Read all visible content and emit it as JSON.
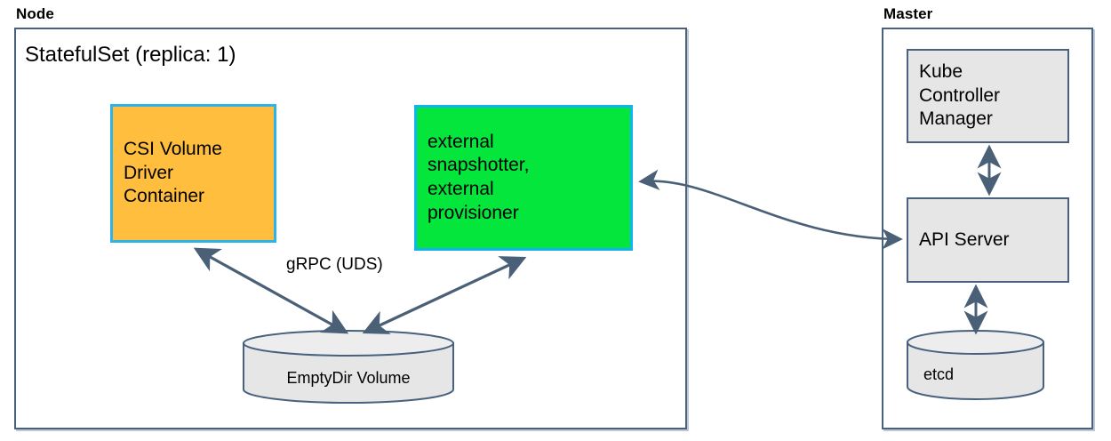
{
  "diagram": {
    "title_node": "Node",
    "title_master": "Master",
    "statefulset_caption": "StatefulSet (replica: 1)",
    "edge_labels": {
      "grpc": "gRPC (UDS)"
    },
    "nodes": {
      "csi_driver": "CSI Volume\nDriver\nContainer",
      "external": "external\nsnapshotter,\nexternal\nprovisioner",
      "emptydir": "EmptyDir Volume",
      "kube_controller_manager": "Kube\nController\nManager",
      "api_server": "API Server",
      "etcd": "etcd"
    },
    "colors": {
      "csi_fill": "#FFBE3D",
      "csi_border": "#2BB3EA",
      "external_fill": "#05E63D",
      "external_border": "#11B4F0",
      "grey_fill": "#E6E6E6",
      "outline": "#47617E",
      "connector": "#4A6076",
      "background": "#FFFFFF"
    }
  }
}
